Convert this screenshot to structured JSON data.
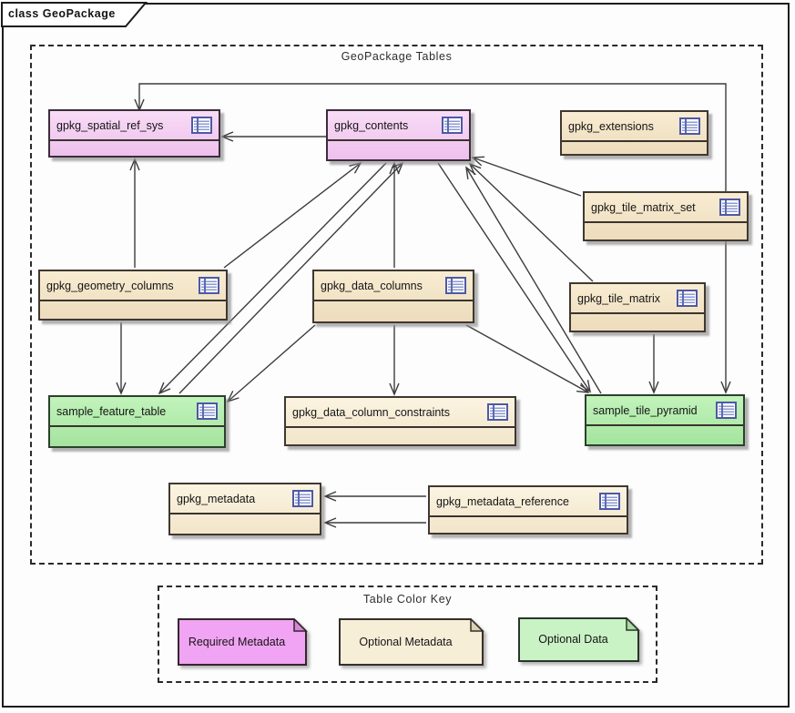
{
  "diagram": {
    "tab_title": "class GeoPackage",
    "frame_title": "GeoPackage Tables",
    "legend_title": "Table Color Key"
  },
  "nodes": [
    {
      "id": "gpkg_spatial_ref_sys",
      "label": "gpkg_spatial_ref_sys",
      "category": "required_metadata"
    },
    {
      "id": "gpkg_contents",
      "label": "gpkg_contents",
      "category": "required_metadata"
    },
    {
      "id": "gpkg_extensions",
      "label": "gpkg_extensions",
      "category": "optional_metadata"
    },
    {
      "id": "gpkg_tile_matrix_set",
      "label": "gpkg_tile_matrix_set",
      "category": "optional_metadata"
    },
    {
      "id": "gpkg_geometry_columns",
      "label": "gpkg_geometry_columns",
      "category": "optional_metadata"
    },
    {
      "id": "gpkg_data_columns",
      "label": "gpkg_data_columns",
      "category": "optional_metadata"
    },
    {
      "id": "gpkg_tile_matrix",
      "label": "gpkg_tile_matrix",
      "category": "optional_metadata"
    },
    {
      "id": "sample_feature_table",
      "label": "sample_feature_table",
      "category": "optional_data"
    },
    {
      "id": "gpkg_data_column_constraints",
      "label": "gpkg_data_column_constraints",
      "category": "optional_metadata"
    },
    {
      "id": "sample_tile_pyramid",
      "label": "sample_tile_pyramid",
      "category": "optional_data"
    },
    {
      "id": "gpkg_metadata",
      "label": "gpkg_metadata",
      "category": "optional_metadata"
    },
    {
      "id": "gpkg_metadata_reference",
      "label": "gpkg_metadata_reference",
      "category": "optional_metadata"
    }
  ],
  "edges": [
    {
      "from": "gpkg_contents",
      "to": "gpkg_spatial_ref_sys"
    },
    {
      "from": "gpkg_tile_matrix_set",
      "to": "gpkg_spatial_ref_sys"
    },
    {
      "from": "gpkg_tile_matrix_set",
      "to": "sample_tile_pyramid"
    },
    {
      "from": "gpkg_geometry_columns",
      "to": "gpkg_spatial_ref_sys"
    },
    {
      "from": "gpkg_geometry_columns",
      "to": "sample_feature_table"
    },
    {
      "from": "gpkg_geometry_columns",
      "to": "gpkg_contents"
    },
    {
      "from": "sample_feature_table",
      "to": "gpkg_contents"
    },
    {
      "from": "gpkg_contents",
      "to": "sample_feature_table"
    },
    {
      "from": "gpkg_data_columns",
      "to": "gpkg_contents"
    },
    {
      "from": "gpkg_data_columns",
      "to": "gpkg_data_column_constraints"
    },
    {
      "from": "gpkg_data_columns",
      "to": "sample_feature_table"
    },
    {
      "from": "gpkg_data_columns",
      "to": "sample_tile_pyramid"
    },
    {
      "from": "gpkg_tile_matrix_set",
      "to": "gpkg_contents"
    },
    {
      "from": "gpkg_tile_matrix",
      "to": "gpkg_contents"
    },
    {
      "from": "gpkg_tile_matrix",
      "to": "sample_tile_pyramid"
    },
    {
      "from": "sample_tile_pyramid",
      "to": "gpkg_contents"
    },
    {
      "from": "gpkg_contents",
      "to": "sample_tile_pyramid"
    },
    {
      "from": "gpkg_metadata_reference",
      "to": "gpkg_metadata"
    },
    {
      "from": "gpkg_metadata_reference",
      "to": "gpkg_metadata"
    }
  ],
  "legend": {
    "items": [
      {
        "label": "Required Metadata",
        "color": "#f1a4f3"
      },
      {
        "label": "Optional Metadata",
        "color": "#f7eed8"
      },
      {
        "label": "Optional Data",
        "color": "#caf3c5"
      }
    ]
  },
  "colors": {
    "required_metadata": "#eec0ec",
    "optional_metadata": "#f3e3c5",
    "optional_data": "#abe6a4",
    "edge": "#3c3c3c",
    "icon_border": "#4d59a6"
  }
}
